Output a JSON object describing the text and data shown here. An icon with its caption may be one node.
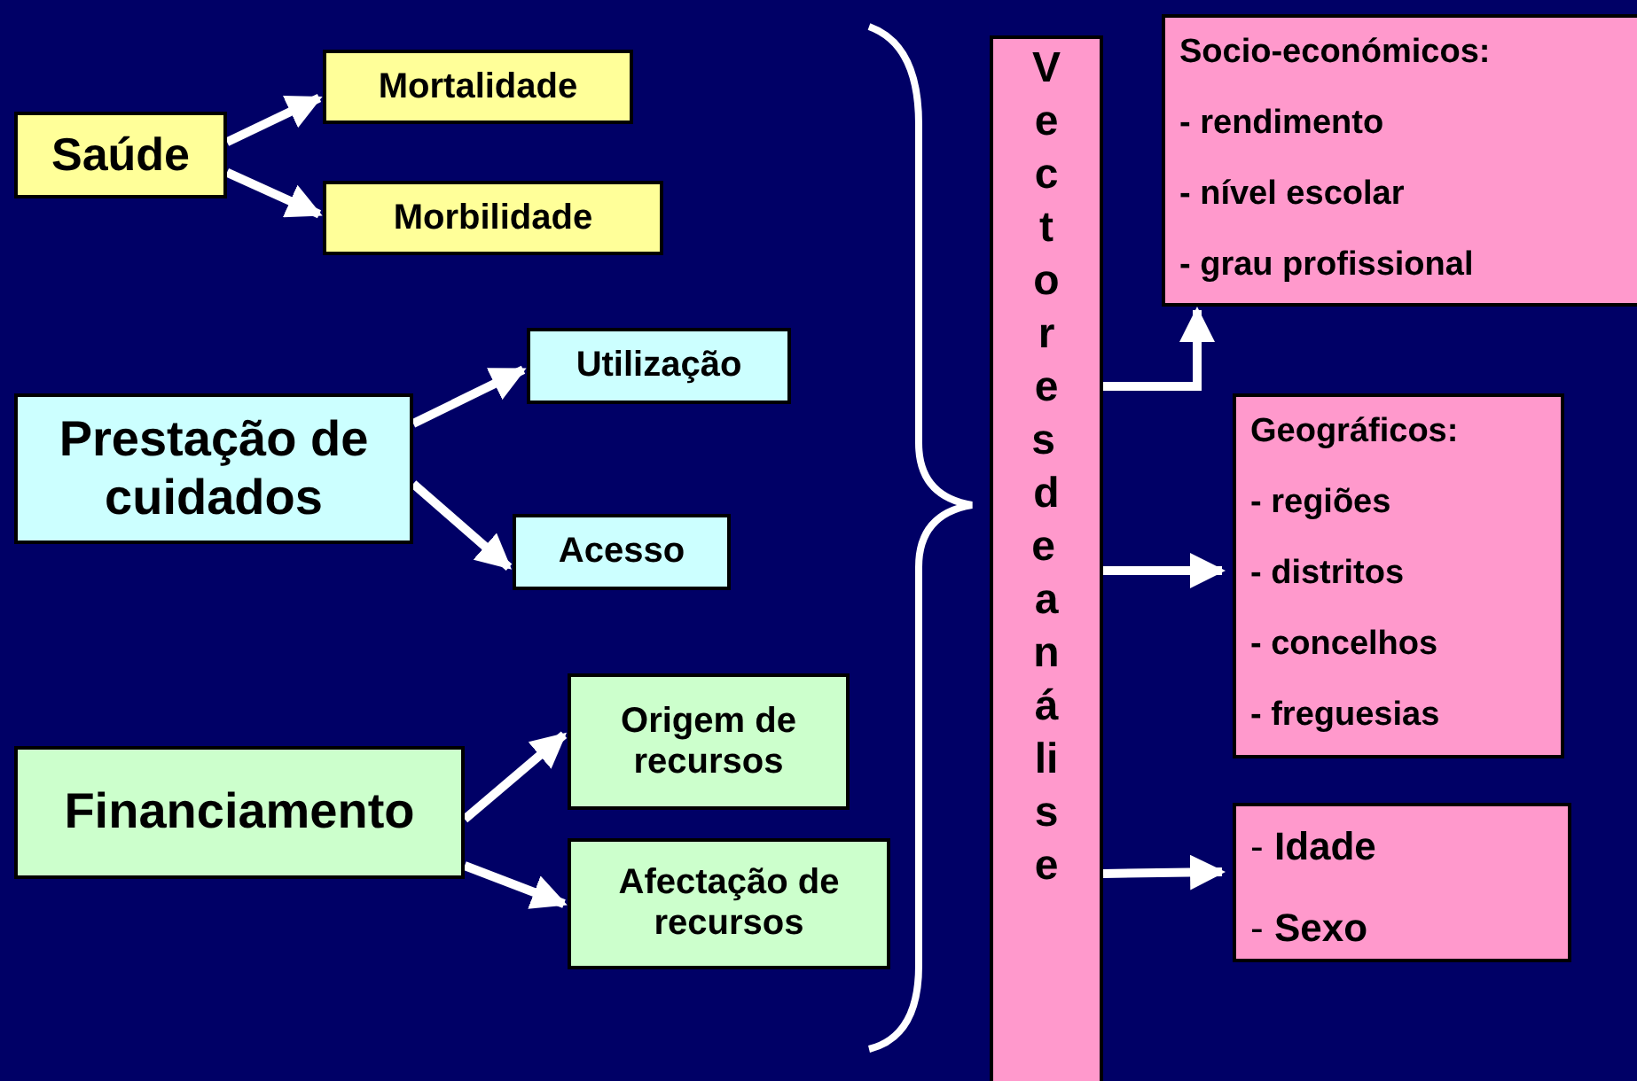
{
  "diagram": {
    "nodes": [
      {
        "text": [
          "Saúde"
        ]
      },
      {
        "text": [
          "Mortalidade"
        ]
      },
      {
        "text": [
          "Morbilidade"
        ]
      },
      {
        "text": [
          "Prestação de cuidados"
        ]
      },
      {
        "text": [
          "Utilização"
        ]
      },
      {
        "text": [
          "Acesso"
        ]
      },
      {
        "text": [
          "Financiamento"
        ]
      },
      {
        "text": [
          "Origem de recursos"
        ]
      },
      {
        "text": [
          "Afectação de recursos"
        ]
      },
      {
        "text": [
          "Vectores de análise"
        ]
      },
      {
        "text": [
          "Socio-económicos:",
          "- rendimento",
          "- nível escolar",
          "- grau profissional"
        ]
      },
      {
        "text": [
          "Geográficos:",
          "- regiões",
          "- distritos",
          "- concelhos",
          "- freguesias"
        ]
      },
      {
        "text": [
          "- **Idade**",
          "- **Sexo**"
        ]
      }
    ],
    "edges": [
      {
        "from": 0,
        "to": 1,
        "arrow": "to"
      },
      {
        "from": 0,
        "to": 2,
        "arrow": "to"
      },
      {
        "from": 3,
        "to": 4,
        "arrow": "to"
      },
      {
        "from": 3,
        "to": 5,
        "arrow": "to"
      },
      {
        "from": 6,
        "to": 7,
        "arrow": "to"
      },
      {
        "from": 6,
        "to": 8,
        "arrow": "to"
      },
      {
        "from": 9,
        "to": 10,
        "arrow": "to"
      },
      {
        "from": 9,
        "to": 11,
        "arrow": "to"
      },
      {
        "from": 9,
        "to": 12,
        "arrow": "to"
      }
    ]
  }
}
